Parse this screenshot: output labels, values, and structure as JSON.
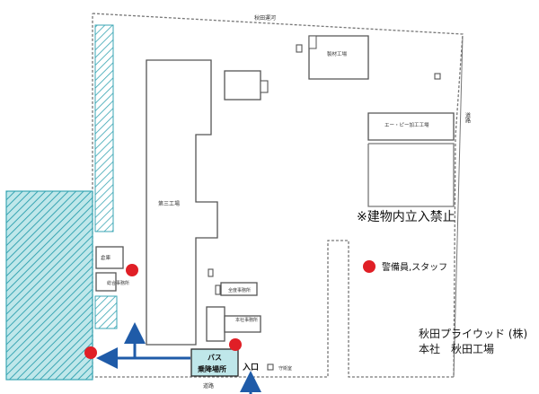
{
  "map": {
    "labels": {
      "canal": "秋田運河",
      "road_right": "道路",
      "road_bottom": "道路",
      "plant_storage": "製材工場",
      "sp_plant": "エー・ピー加工工場",
      "third_plant": "第三工場",
      "warehouse": "倉庫",
      "general_office": "総合事務所",
      "all_office": "全度事務所",
      "head_office": "本社事務所",
      "guard_room": "守衛室",
      "bus_stop_line1": "バス",
      "bus_stop_line2": "乗降場所",
      "entrance": "入口"
    },
    "notice": "※建物内立入禁止",
    "legend": {
      "marker_label": "警備員,スタッフ"
    },
    "company": {
      "line1": "秋田プライウッド (株)",
      "line2": "本社　秋田工場"
    },
    "colors": {
      "hatch_fill": "#bfe7ea",
      "hatch_line": "#3aa6b4",
      "marker": "#e01f26",
      "arrow": "#1f5ba8",
      "bus_fill": "#bfe7ea"
    }
  }
}
